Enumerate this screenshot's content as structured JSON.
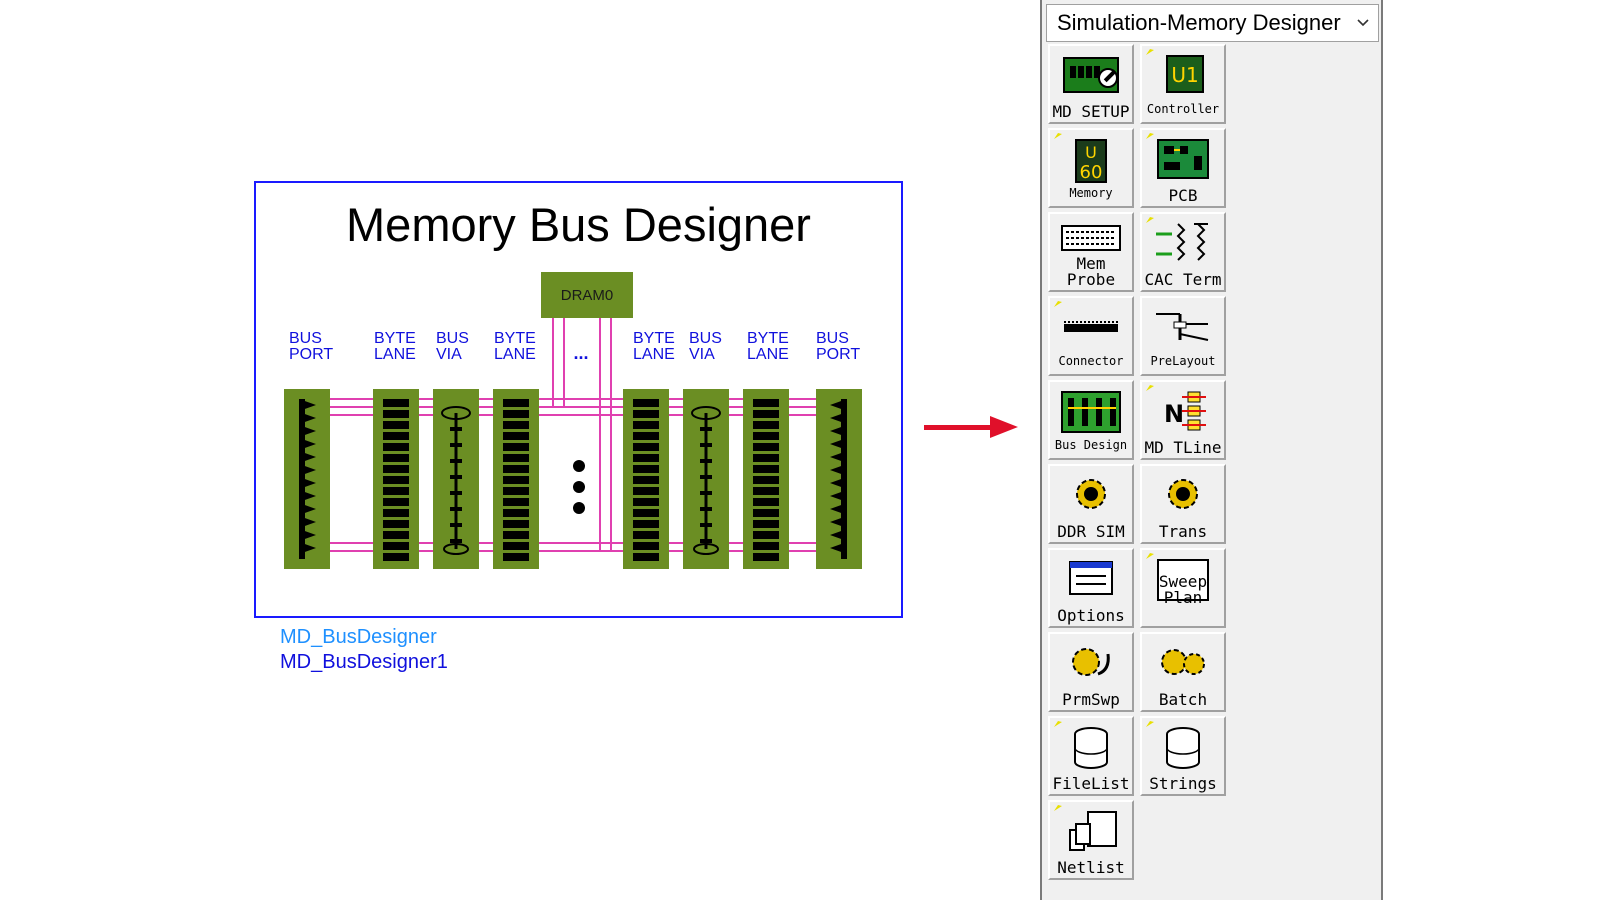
{
  "symbol": {
    "title": "Memory Bus Designer",
    "dram_label": "DRAM0",
    "ellipsis": "...",
    "column_labels": [
      {
        "line1": "BUS",
        "line2": "PORT"
      },
      {
        "line1": "BYTE",
        "line2": "LANE"
      },
      {
        "line1": "BUS",
        "line2": "VIA"
      },
      {
        "line1": "BYTE",
        "line2": "LANE"
      },
      {
        "line1": "BYTE",
        "line2": "LANE"
      },
      {
        "line1": "BUS",
        "line2": "VIA"
      },
      {
        "line1": "BYTE",
        "line2": "LANE"
      },
      {
        "line1": "BUS",
        "line2": "PORT"
      }
    ],
    "instance_names": [
      "MD_BusDesigner",
      "MD_BusDesigner1"
    ],
    "colors": {
      "block": "#6b8e23",
      "wire": "#e040b0",
      "label": "#1010dd",
      "border": "#1a1aff",
      "arrow": "#e0102a"
    }
  },
  "palette": {
    "title": "Simulation-Memory Designer",
    "tools": [
      {
        "label": "MD SETUP",
        "icon": "memory-setup-icon"
      },
      {
        "label": "Controller",
        "icon": "controller-chip-icon"
      },
      {
        "label": "Memory",
        "icon": "memory-chip-icon"
      },
      {
        "label": "PCB",
        "icon": "pcb-board-icon"
      },
      {
        "label": "Mem Probe",
        "icon": "keyboard-probe-icon"
      },
      {
        "label": "CAC Term",
        "icon": "cac-term-icon"
      },
      {
        "label": "Connector",
        "icon": "connector-icon"
      },
      {
        "label": "PreLayout",
        "icon": "prelayout-icon"
      },
      {
        "label": "Bus Design",
        "icon": "bus-design-icon"
      },
      {
        "label": "MD TLine",
        "icon": "tline-icon"
      },
      {
        "label": "DDR SIM",
        "icon": "gear-icon"
      },
      {
        "label": "Trans",
        "icon": "gear-icon"
      },
      {
        "label": "Options",
        "icon": "window-options-icon"
      },
      {
        "label": "Sweep Plan",
        "icon": "sweep-plan-icon"
      },
      {
        "label": "PrmSwp",
        "icon": "param-sweep-icon"
      },
      {
        "label": "Batch",
        "icon": "batch-icon"
      },
      {
        "label": "FileList",
        "icon": "database-icon"
      },
      {
        "label": "Strings",
        "icon": "database-icon"
      },
      {
        "label": "Netlist",
        "icon": "netlist-icon"
      }
    ]
  }
}
